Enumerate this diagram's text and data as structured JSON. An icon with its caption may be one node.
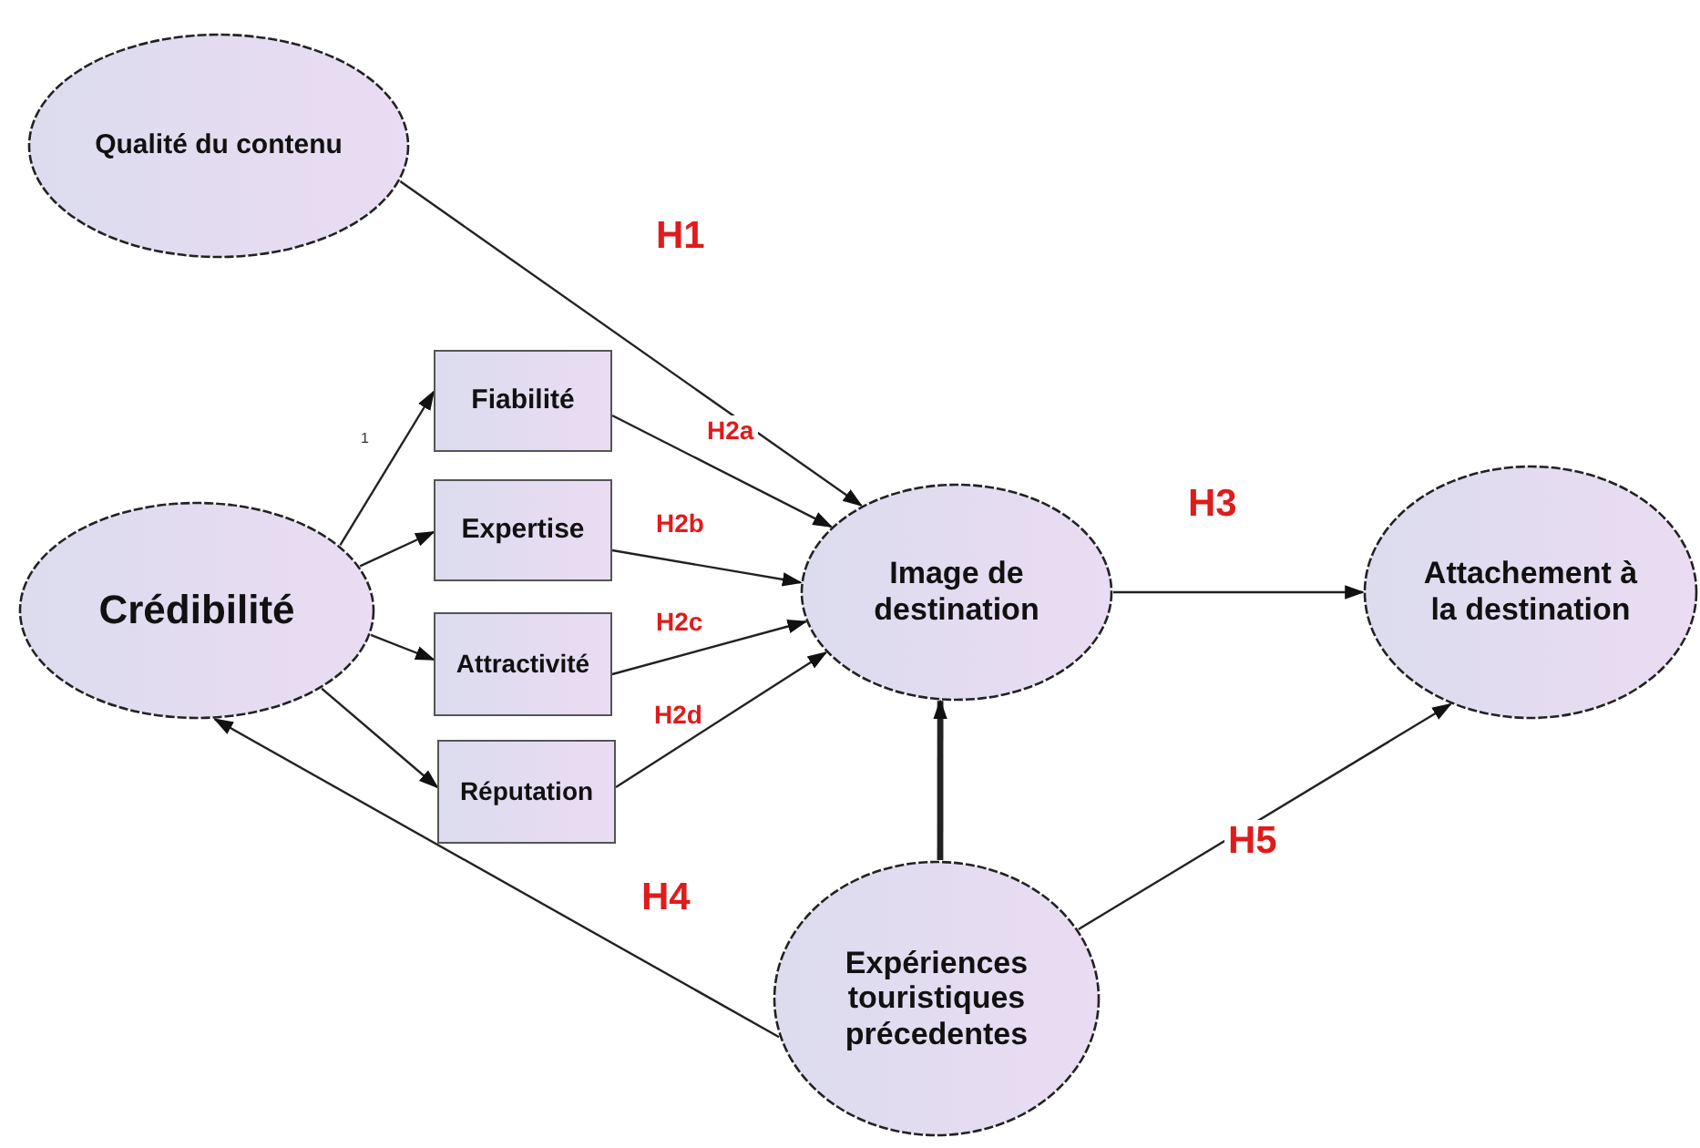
{
  "diagram": {
    "nodes": [
      {
        "text": [
          "Qualité du contenu"
        ]
      },
      {
        "text": [
          "Crédibilité"
        ]
      },
      {
        "text": [
          "Fiabilité"
        ]
      },
      {
        "text": [
          "Expertise"
        ]
      },
      {
        "text": [
          "Attractivité"
        ]
      },
      {
        "text": [
          "Réputation"
        ]
      },
      {
        "text": [
          "Image de destination"
        ]
      },
      {
        "text": [
          "Attachement à la destination"
        ]
      },
      {
        "text": [
          "Expériences touristiques précedentes"
        ]
      }
    ],
    "edges": [
      {
        "from": 0,
        "to": 6,
        "arrow": "to",
        "label": "H1"
      },
      {
        "from": 1,
        "to": 2,
        "arrow": "to",
        "label": "1"
      },
      {
        "from": 1,
        "to": 3,
        "arrow": "to"
      },
      {
        "from": 1,
        "to": 4,
        "arrow": "to"
      },
      {
        "from": 1,
        "to": 5,
        "arrow": "to"
      },
      {
        "from": 2,
        "to": 6,
        "arrow": "to",
        "label": "H2a"
      },
      {
        "from": 3,
        "to": 6,
        "arrow": "to",
        "label": "H2b"
      },
      {
        "from": 4,
        "to": 6,
        "arrow": "to",
        "label": "H2c"
      },
      {
        "from": 5,
        "to": 6,
        "arrow": "to",
        "label": "H2d"
      },
      {
        "from": 6,
        "to": 7,
        "arrow": "to",
        "label": "H3"
      },
      {
        "from": 8,
        "to": 1,
        "arrow": "to",
        "label": "H4"
      },
      {
        "from": 8,
        "to": 6,
        "arrow": "to",
        "style": "thick"
      },
      {
        "from": 8,
        "to": 7,
        "arrow": "to",
        "label": "H5"
      }
    ]
  }
}
